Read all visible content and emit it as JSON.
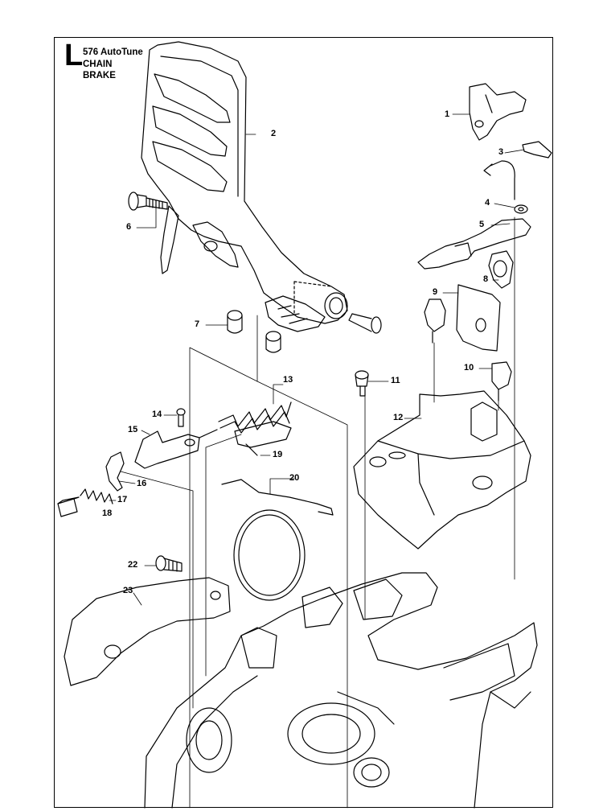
{
  "section_letter": "L",
  "title_lines": [
    "576 AutoTune",
    "CHAIN",
    "BRAKE"
  ],
  "callouts": [
    "1",
    "2",
    "3",
    "4",
    "5",
    "6",
    "7",
    "8",
    "9",
    "10",
    "11",
    "12",
    "13",
    "14",
    "15",
    "16",
    "17",
    "18",
    "19",
    "20",
    "22",
    "23"
  ],
  "line_color": "#000000",
  "background": "#ffffff"
}
